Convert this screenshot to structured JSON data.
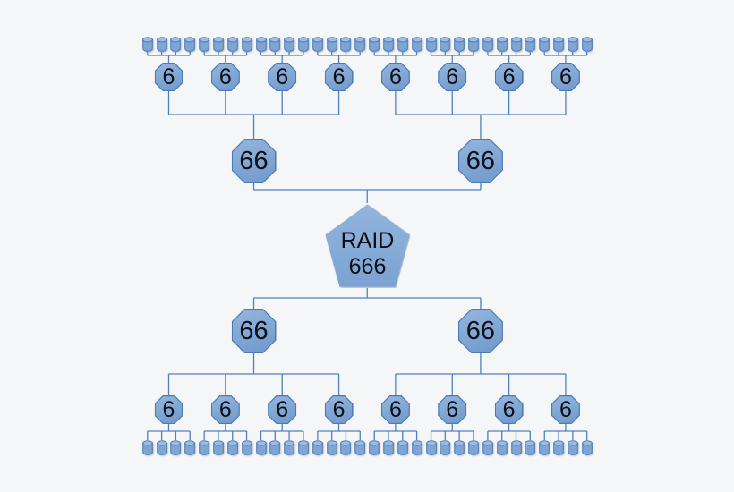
{
  "colors": {
    "background": "#f5f6f7",
    "node_fill": "#7fa6d3",
    "node_fill_light": "#9dbce3",
    "node_border": "#4a7ab8",
    "connector": "#5081be",
    "label_text": "#0e0e16"
  },
  "root": {
    "shape": "pentagon",
    "line1": "RAID",
    "line2": "666"
  },
  "top": {
    "groups": [
      {
        "label": "66",
        "children": [
          {
            "label": "6",
            "disks": 4
          },
          {
            "label": "6",
            "disks": 4
          },
          {
            "label": "6",
            "disks": 4
          },
          {
            "label": "6",
            "disks": 4
          }
        ]
      },
      {
        "label": "66",
        "children": [
          {
            "label": "6",
            "disks": 4
          },
          {
            "label": "6",
            "disks": 4
          },
          {
            "label": "6",
            "disks": 4
          },
          {
            "label": "6",
            "disks": 4
          }
        ]
      }
    ]
  },
  "bottom": {
    "groups": [
      {
        "label": "66",
        "children": [
          {
            "label": "6",
            "disks": 4
          },
          {
            "label": "6",
            "disks": 4
          },
          {
            "label": "6",
            "disks": 4
          },
          {
            "label": "6",
            "disks": 4
          }
        ]
      },
      {
        "label": "66",
        "children": [
          {
            "label": "6",
            "disks": 4
          },
          {
            "label": "6",
            "disks": 4
          },
          {
            "label": "6",
            "disks": 4
          },
          {
            "label": "6",
            "disks": 4
          }
        ]
      }
    ]
  }
}
